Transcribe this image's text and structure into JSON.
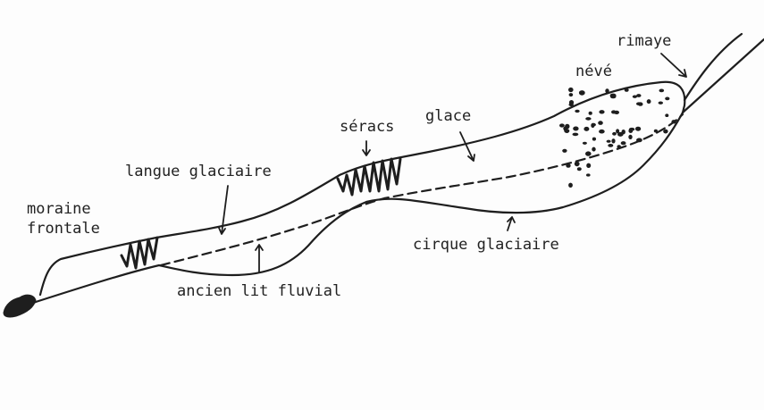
{
  "title": "Profil d'un glacier",
  "labels": {
    "rimaye": "rimaye",
    "neve": "névé",
    "seracs": "séracs",
    "glace": "glace",
    "langue": "langue glaciaire",
    "moraine_line1": "moraine",
    "moraine_line2": "frontale",
    "cirque": "cirque glaciaire",
    "ancien_lit": "ancien lit fluvial"
  },
  "colors": {
    "ink": "#1e1e1e",
    "paper": "#fdfdfd"
  }
}
